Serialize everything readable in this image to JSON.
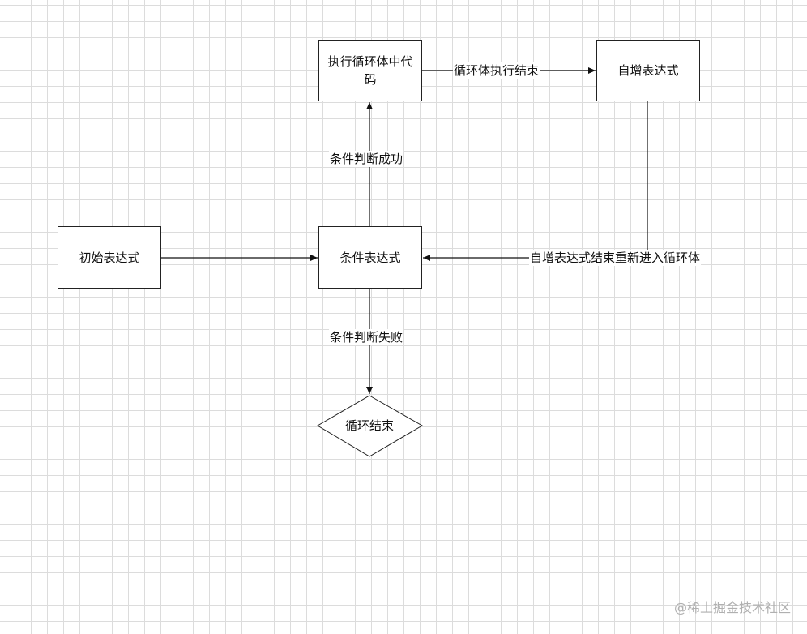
{
  "nodes": {
    "execute_body": "执行循环体中代码",
    "increment": "自增表达式",
    "init": "初始表达式",
    "condition": "条件表达式",
    "loop_end": "循环结束"
  },
  "edge_labels": {
    "body_finished": "循环体执行结束",
    "condition_success": "条件判断成功",
    "condition_fail": "条件判断失败",
    "increment_reenter": "自增表达式结束重新进入循环体"
  },
  "watermark": "@稀土掘金技术社区"
}
